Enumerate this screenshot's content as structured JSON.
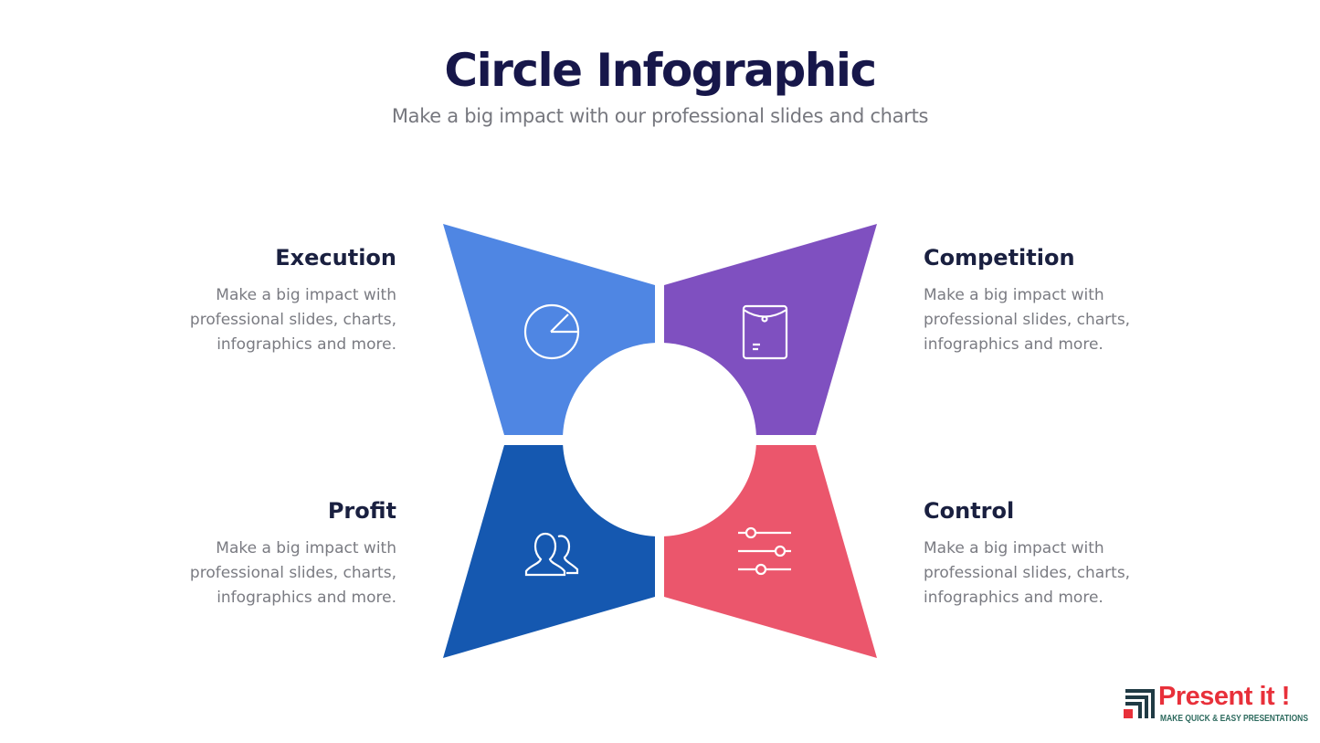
{
  "header": {
    "title": "Circle Infographic",
    "subtitle": "Make a big impact with our professional slides and charts"
  },
  "items": [
    {
      "title": "Execution",
      "text_lines": [
        "Make a big impact with",
        "professional slides, charts,",
        "infographics and more."
      ],
      "color": "#4f86e3",
      "icon": "pie-chart-icon"
    },
    {
      "title": "Competition",
      "text_lines": [
        "Make a big impact with",
        "professional slides, charts,",
        "infographics and more."
      ],
      "color": "#7f50c0",
      "icon": "envelope-icon"
    },
    {
      "title": "Profit",
      "text_lines": [
        "Make a big impact with",
        "professional slides, charts,",
        "infographics and more."
      ],
      "color": "#1558b0",
      "icon": "users-icon"
    },
    {
      "title": "Control",
      "text_lines": [
        "Make a big impact with",
        "professional slides, charts,",
        "infographics and more."
      ],
      "color": "#eb566c",
      "icon": "sliders-icon"
    }
  ],
  "logo": {
    "brand": "Present it !",
    "tagline": "MAKE QUICK & EASY PRESENTATIONS"
  }
}
